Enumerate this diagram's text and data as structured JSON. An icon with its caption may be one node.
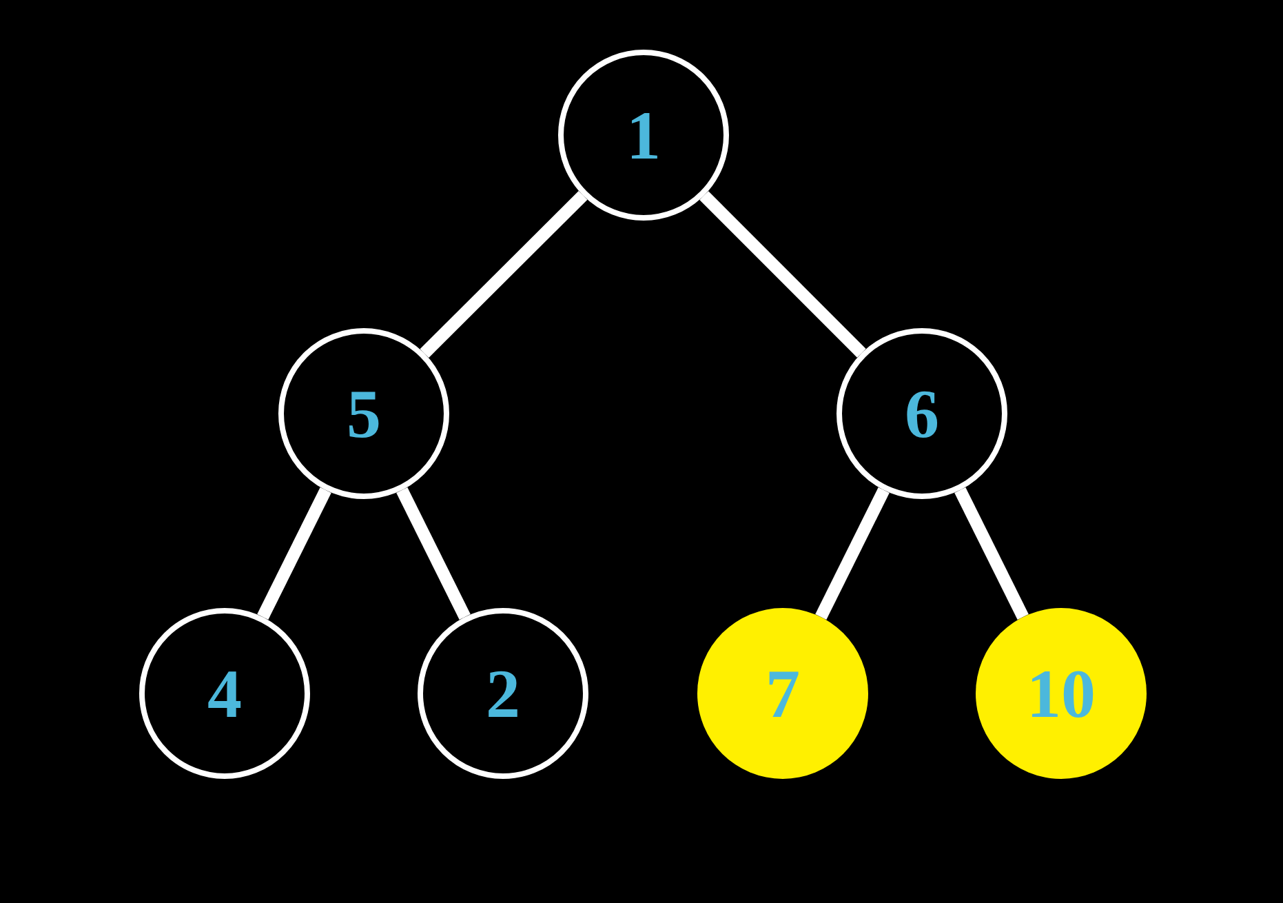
{
  "diagram": {
    "nodes": [
      {
        "text": [
          "1"
        ]
      },
      {
        "text": [
          "5"
        ]
      },
      {
        "text": [
          "6"
        ]
      },
      {
        "text": [
          "4"
        ]
      },
      {
        "text": [
          "2"
        ]
      },
      {
        "text": [
          "7"
        ]
      },
      {
        "text": [
          "10"
        ]
      }
    ],
    "edges": [
      {
        "from": 0,
        "to": 1,
        "arrow": "none"
      },
      {
        "from": 0,
        "to": 2,
        "arrow": "none"
      },
      {
        "from": 1,
        "to": 3,
        "arrow": "none"
      },
      {
        "from": 1,
        "to": 4,
        "arrow": "none"
      },
      {
        "from": 2,
        "to": 5,
        "arrow": "none"
      },
      {
        "from": 2,
        "to": 6,
        "arrow": "none"
      }
    ]
  }
}
